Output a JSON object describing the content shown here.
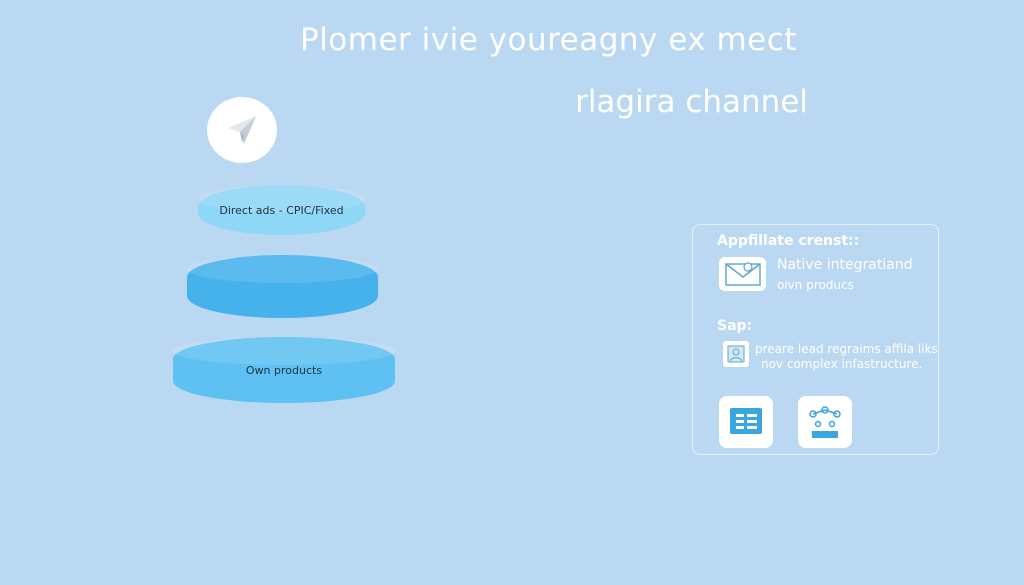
{
  "header": {
    "title_line1": "Plomer ivie youreagny ex mect",
    "title_line2": "rlagira channel"
  },
  "icons": {
    "top": "paper-plane-icon",
    "mail": "mail-dollar-icon",
    "user": "user-card-icon",
    "list": "list-chat-icon",
    "network": "network-icon"
  },
  "layers": [
    {
      "label": "Direct ads - CPIC/Fixed",
      "color": "#8fd7f6"
    },
    {
      "label": "",
      "color": "#45b2ec"
    },
    {
      "label": "Own products",
      "color": "#5ec1f1"
    }
  ],
  "panel": {
    "heading1": "Appfillate crenst::",
    "item1_line1": "Native integratiand",
    "item1_line2": "oivn producs",
    "heading2": "Sap:",
    "item2_line1": "preare lead regraims affila liks",
    "item2_line2": "nov complex infastructure."
  },
  "colors": {
    "background": "#bad8f1",
    "accent": "#3aa6e0"
  }
}
